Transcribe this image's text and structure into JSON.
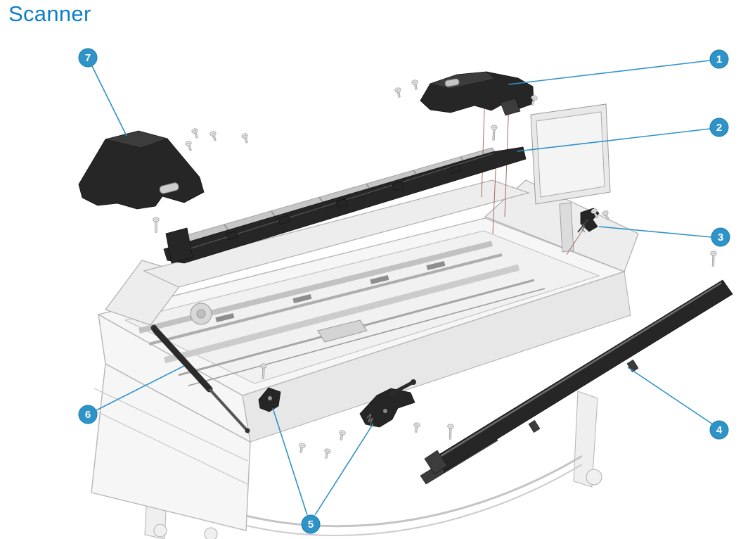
{
  "page": {
    "title": "Scanner"
  },
  "colors": {
    "title": "#0d7ec8",
    "callout_fill": "#2e93c7",
    "callout_text": "#ffffff",
    "leader_line": "#2e93c7",
    "part_dark": "#262626",
    "body_outline": "#b7b7b7"
  },
  "diagram": {
    "type": "exploded-parts-diagram",
    "callout_count": 7,
    "callouts": [
      {
        "label": "1"
      },
      {
        "label": "2"
      },
      {
        "label": "3"
      },
      {
        "label": "4"
      },
      {
        "label": "5"
      },
      {
        "label": "6"
      },
      {
        "label": "7"
      }
    ]
  }
}
